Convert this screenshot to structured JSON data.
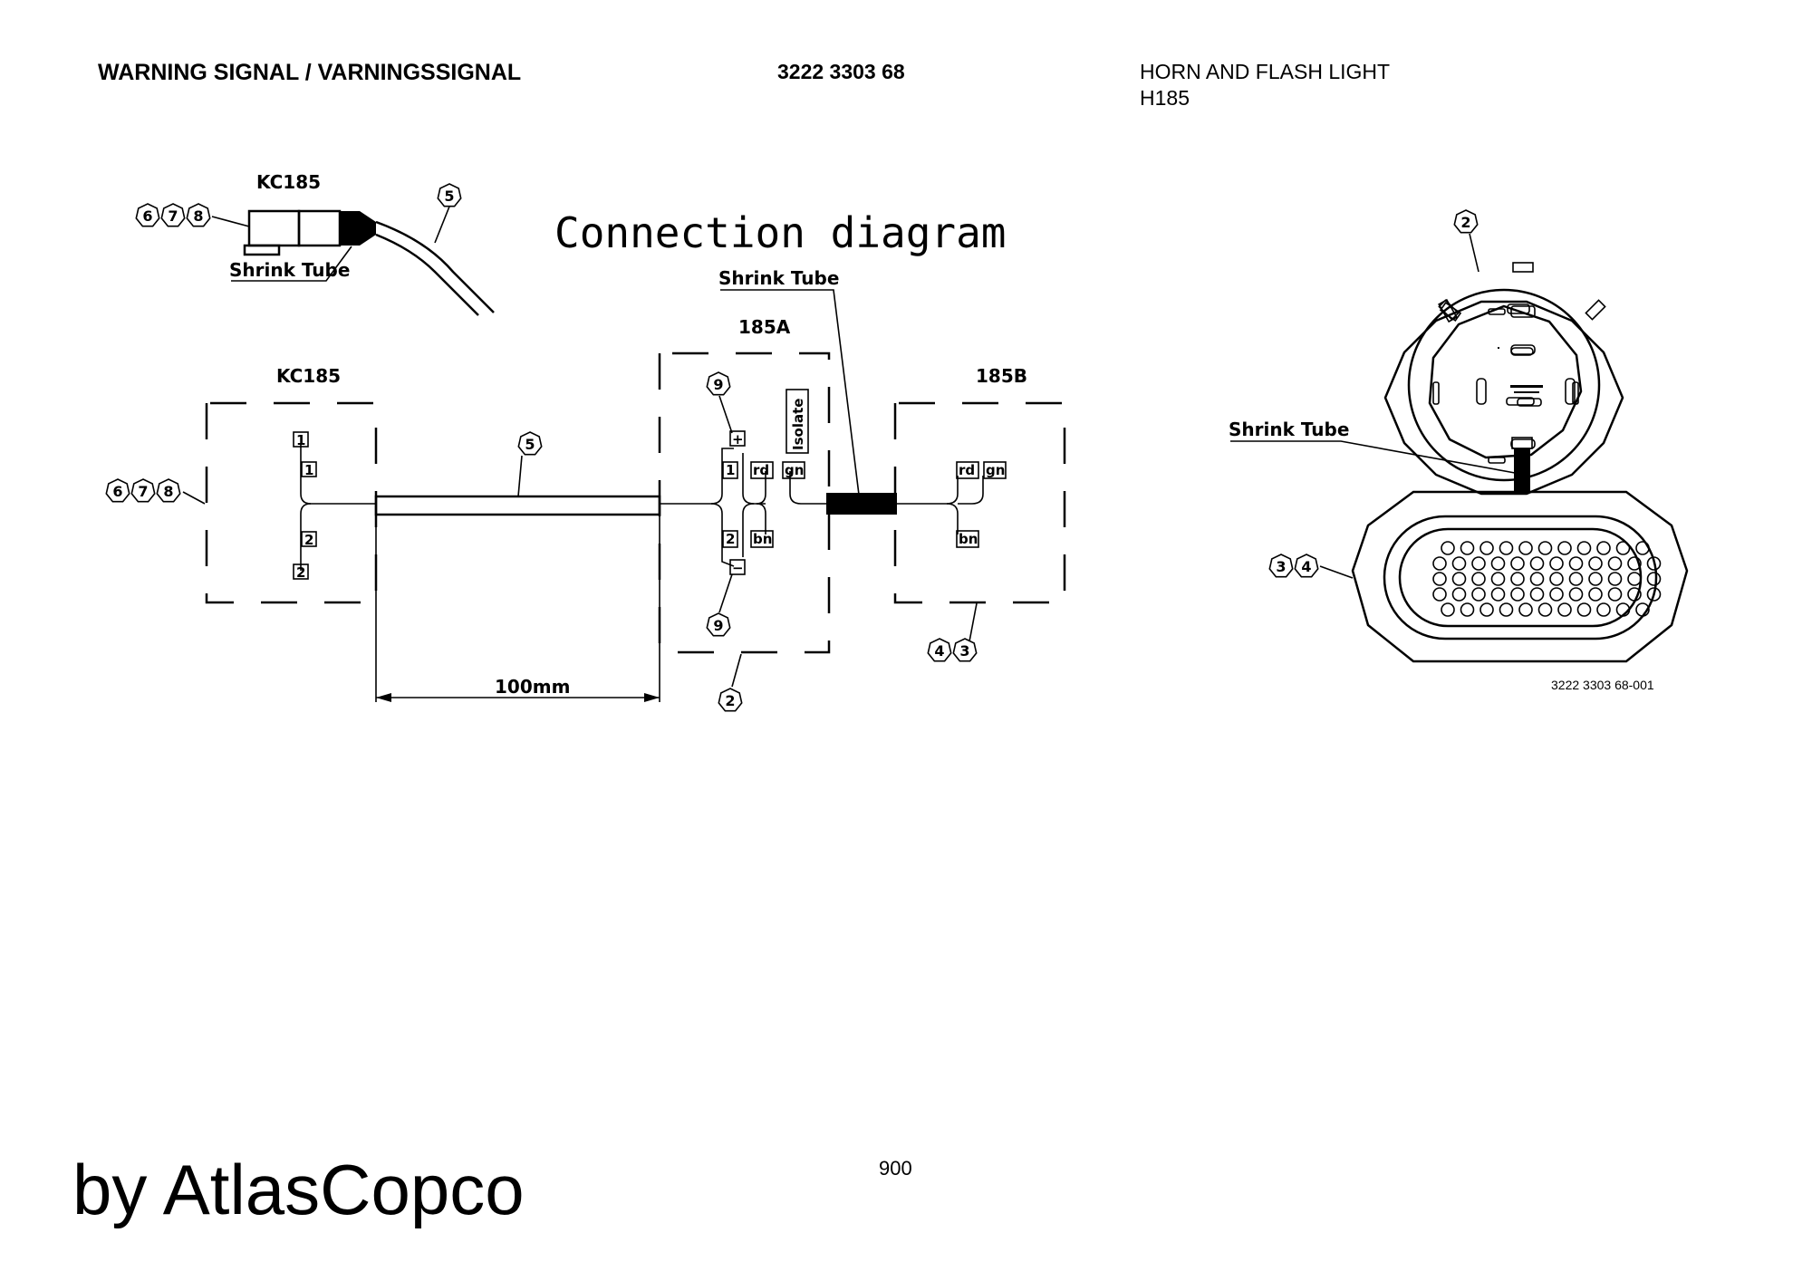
{
  "header": {
    "left_title": "WARNING SIGNAL / VARNINGSSIGNAL",
    "part_number": "3222 3303 68",
    "product_line1": "HORN AND FLASH LIGHT",
    "product_line2": "H185"
  },
  "diagram": {
    "title": "Connection diagram",
    "connector_kc185_top": "KC185",
    "connector_kc185": "KC185",
    "connector_185a": "185A",
    "connector_185b": "185B",
    "shrink_tube_top": "Shrink Tube",
    "shrink_tube_mid": "Shrink Tube",
    "shrink_tube_right": "Shrink Tube",
    "isolate": "Isolate",
    "dimension": "100mm",
    "drawing_ref": "3222 3303 68-001",
    "pins": {
      "kc_pin1_a": "1",
      "kc_pin1_b": "1",
      "kc_pin2_a": "2",
      "kc_pin2_b": "2",
      "a_plus": "+",
      "a_pin1": "1",
      "a_rd": "rd",
      "a_gn": "gn",
      "a_pin2": "2",
      "a_bn": "bn",
      "a_minus": "−",
      "b_rd": "rd",
      "b_gn": "gn",
      "b_bn": "bn"
    },
    "callouts": {
      "top_678": [
        "6",
        "7",
        "8"
      ],
      "top_5": "5",
      "left_678": [
        "6",
        "7",
        "8"
      ],
      "mid_5": "5",
      "a_9_top": "9",
      "a_9_bottom": "9",
      "a_2": "2",
      "b_43": [
        "4",
        "3"
      ],
      "right_2": "2",
      "right_34": [
        "3",
        "4"
      ]
    }
  },
  "footer": {
    "page_number": "900",
    "watermark": "by AtlasCopco"
  }
}
